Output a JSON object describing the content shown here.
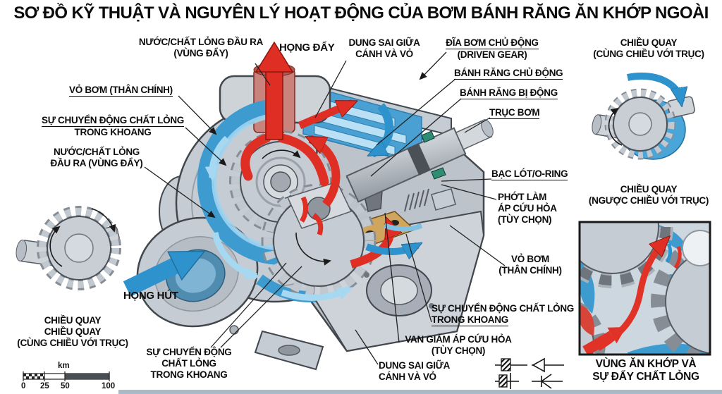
{
  "title": "SƠ ĐỒ KỸ THUẬT VÀ NGUYÊN LÝ HOẠT ĐỘNG CỦA BƠM BÁNH RĂNG ĂN KHỚP NGOÀI",
  "labels": {
    "outlet_top": {
      "l1": "NƯỚC/CHẤT LỎNG ĐẦU RA",
      "l2": "(VÙNG ĐẨY)"
    },
    "discharge_port": {
      "l1": "HỌNG ĐẨY"
    },
    "pump_casing_left": {
      "l1": "VỎ BƠM (THÂN CHÍNH)"
    },
    "fluid_motion_left": {
      "l1": "SỰ CHUYỂN ĐỘNG CHẤT LỎNG",
      "l2": "TRONG KHOANG"
    },
    "outlet_left": {
      "l1": "NƯỚC/CHẤT LỎNG",
      "l2": "ĐẦU RA (VÙNG ĐẨY)"
    },
    "clearance_top": {
      "l1": "DUNG SAI GIỮA",
      "l2": "CÁNH VÀ VỎ"
    },
    "driven_disc": {
      "l1": "ĐĨA BƠM CHỦ ĐỘNG",
      "l2": "(DRIVEN GEAR)"
    },
    "drive_gear": {
      "l1": "BÁNH RĂNG CHỦ ĐỘNG"
    },
    "driven_gear": {
      "l1": "BÁNH RĂNG BỊ ĐỘNG"
    },
    "pump_shaft": {
      "l1": "TRỤC BƠM"
    },
    "rotation_right_top": {
      "l1": "CHIỀU QUAY",
      "l2": "(CÙNG CHIỀU VỚI TRỤC)"
    },
    "rotation_right_bottom": {
      "l1": "CHIỀU QUAY",
      "l2": "(NGƯỢC CHIỀU VỚI TRỤC)"
    },
    "bushing_oring": {
      "l1": "BẠC LÓT/O-RING"
    },
    "fire_seal": {
      "l1": "PHỚT LÀM",
      "l2": "ÁP CỨU HỎA",
      "l3": "(TÙY CHỌN)"
    },
    "pump_casing_right": {
      "l1": "VỎ BƠM",
      "l2": "(THÂN CHÍNH)"
    },
    "suction_port": {
      "l1": "HỌNG HÚT"
    },
    "rotation_left": {
      "l1": "CHIỀU QUAY",
      "l2": "CHIỀU QUAY",
      "l3": "(CÙNG CHIỀU VỚI TRỤC)"
    },
    "fluid_motion_right": {
      "l1": "SỰ CHUYỂN ĐỘNG CHẤT LỎNG",
      "l2": "TRONG KHOANG"
    },
    "relief_valve": {
      "l1": "VAN GIẢM ÁP CỨU HỎA",
      "l2": "(TÙY CHỌN)"
    },
    "clearance_bottom": {
      "l1": "DUNG SAI GIỮA",
      "l2": "CÁNH VÀ VỎ"
    },
    "fluid_motion_bottom": {
      "l1": "SỰ CHUYỂN ĐỘNG",
      "l2": "CHẤT LỎNG",
      "l3": "TRONG KHOANG"
    },
    "mesh_zone": {
      "l1": "VÙNG ĂN KHỚP VÀ",
      "l2": "SỰ ĐẨY CHẤT LỎNG"
    }
  },
  "scale_bar": {
    "unit": "km",
    "ticks": [
      "0",
      "25",
      "50",
      "100"
    ]
  },
  "symbols": [
    "hatched-port-symbol",
    "check-valve-symbol",
    "hatched-wall-symbol",
    "arrow-stop-symbol"
  ],
  "colors": {
    "discharge_flow_red": "#df2f24",
    "suction_flow_blue": "#2e93cc",
    "channel_blue": "#3e9bd0",
    "bearing_brass": "#d0a55e",
    "metal_gray": "#c6ccd3",
    "seal_green": "#2f8d74"
  }
}
